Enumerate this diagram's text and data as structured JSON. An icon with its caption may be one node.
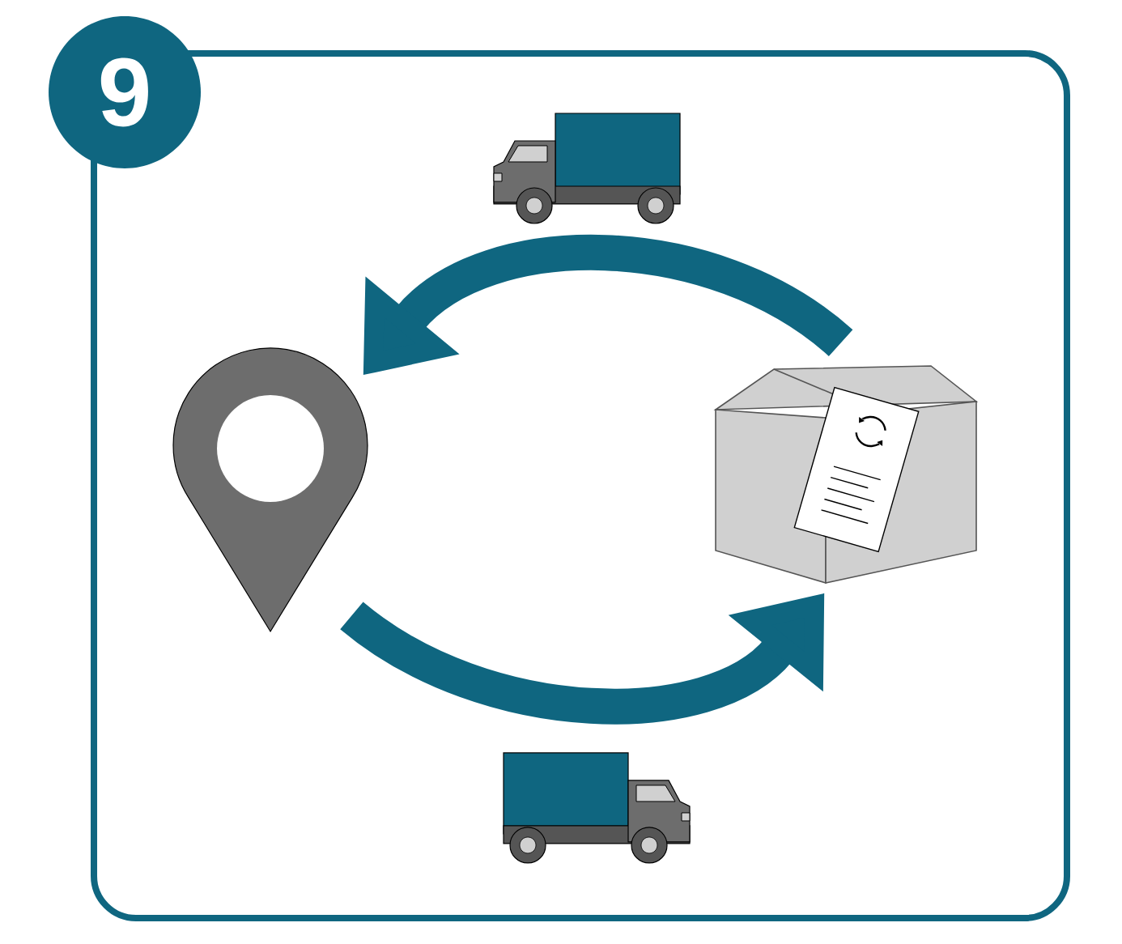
{
  "diagram": {
    "nodes": [
      {
        "text": [
          "9"
        ]
      },
      {
        "text": [],
        "shape": "pin"
      },
      {
        "text": [],
        "shape": "box"
      }
    ],
    "edges": [
      {
        "from": 2,
        "to": 1,
        "arrow": "to"
      },
      {
        "from": 1,
        "to": 2,
        "arrow": "to"
      }
    ]
  }
}
